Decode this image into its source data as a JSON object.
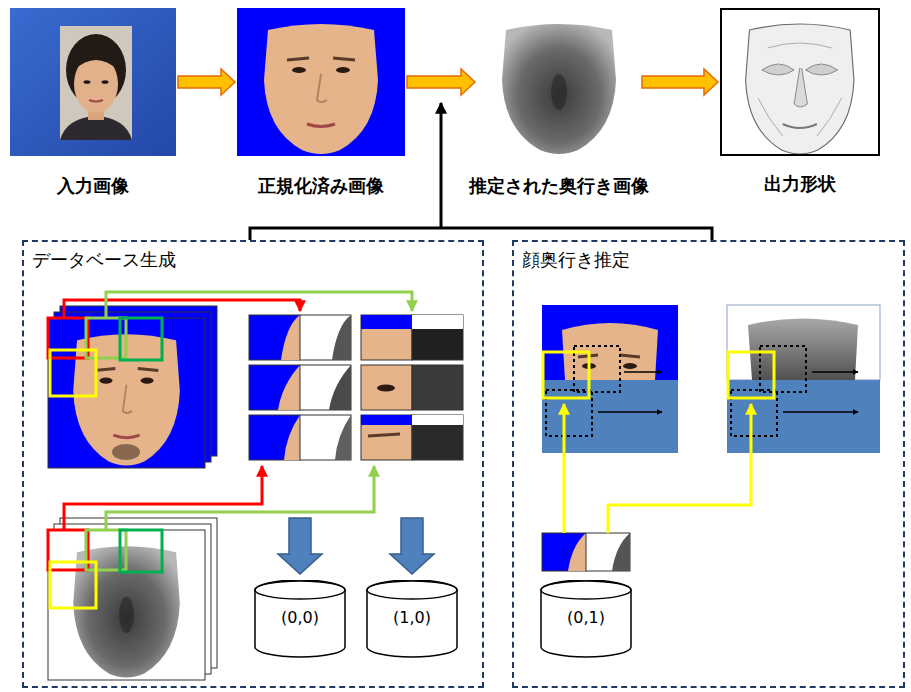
{
  "diagram": {
    "nodes": [
      {
        "text": [
          "入力画像"
        ]
      },
      {
        "text": [
          "正規化済み画像"
        ]
      },
      {
        "text": [
          "推定された奥行き画像"
        ]
      },
      {
        "text": [
          "出力形状"
        ]
      },
      {
        "text": [
          "データベース生成"
        ]
      },
      {
        "text": [
          "(0,0)"
        ],
        "in": 4
      },
      {
        "text": [
          "(1,0)"
        ],
        "in": 4
      },
      {
        "text": [
          "顔奥行き推定"
        ]
      },
      {
        "text": [
          "(0,1)"
        ],
        "in": 7
      }
    ],
    "edges": [
      {
        "from": 0,
        "to": 1,
        "arrow": "to"
      },
      {
        "from": 1,
        "to": 2,
        "arrow": "to"
      },
      {
        "from": 2,
        "to": 3,
        "arrow": "to"
      }
    ]
  }
}
